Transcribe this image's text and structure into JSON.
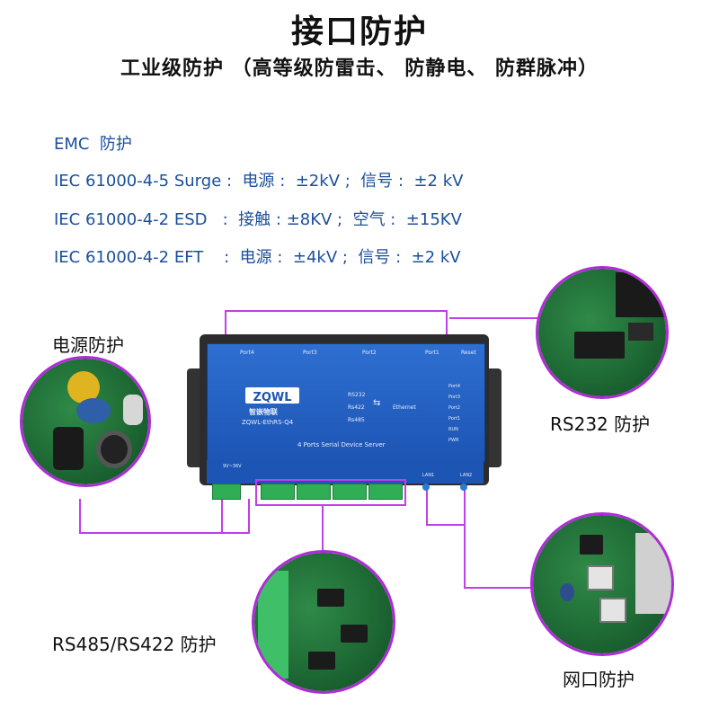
{
  "title": "接口防护",
  "subtitle": "工业级防护 （高等级防雷击、 防静电、 防群脉冲）",
  "specs": {
    "emc": "EMC  防护",
    "surge": "IEC 61000-4-5 Surge :  电源 :  ±2kV ;  信号 :  ±2 kV",
    "esd": "IEC 61000-4-2 ESD   :  接触 : ±8KV ;  空气 :  ±15KV",
    "eft": "IEC 61000-4-2 EFT    :  电源 :  ±4kV ;  信号 :  ±2 kV"
  },
  "labels": {
    "power": "电源防护",
    "rs232": "RS232 防护",
    "rs485": "RS485/RS422 防护",
    "lan": "网口防护"
  },
  "device": {
    "ports": [
      "Port4",
      "Port3",
      "Port2",
      "Port1",
      "Reset"
    ],
    "logo": "ZQWL",
    "brand": "智嵌物联",
    "model": "ZQWL-EthRS-Q4",
    "interfaces": [
      "RS232",
      "Rs422",
      "Rs485"
    ],
    "ethernet": "Ethernet",
    "leds": [
      "Port4",
      "Port3",
      "Port2",
      "Port1",
      "RUN",
      "PWR"
    ],
    "product_line": "4 Ports Serial Device Server",
    "lan_labels": [
      "LAN1",
      "LAN2"
    ],
    "power_label": "9V~36V"
  },
  "colors": {
    "accent_line": "#c23ee8",
    "panel_blue": "#1d55b4",
    "spec_text": "#1a4f9c"
  }
}
